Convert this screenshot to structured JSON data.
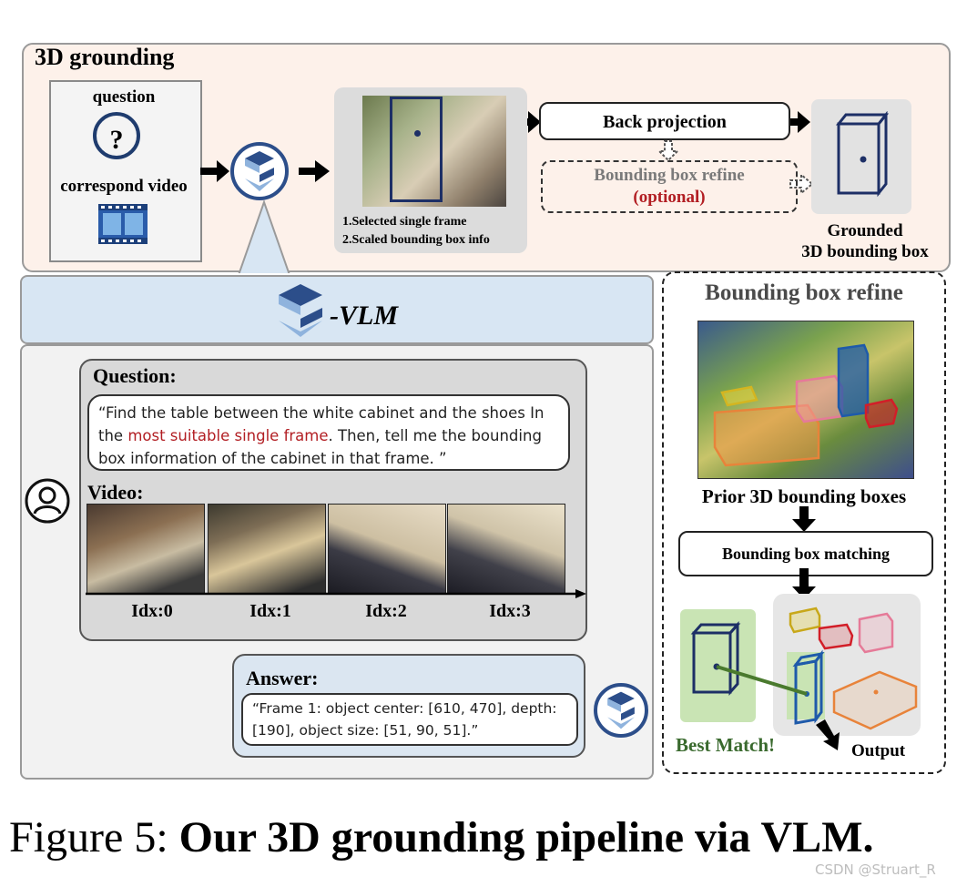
{
  "top_panel": {
    "title": "3D grounding",
    "question_label": "question",
    "question_symbol": "?",
    "video_label": "correspond video",
    "frame_info_line1": "1.Selected single frame",
    "frame_info_line2": "2.Scaled bounding box info",
    "back_projection": "Back projection",
    "refine_line1": "Bounding box refine",
    "refine_line2": "(optional)",
    "grounded_line1": "Grounded",
    "grounded_line2": "3D bounding box"
  },
  "vlm_panel": {
    "name": "-VLM",
    "question_title": "Question:",
    "question_text_before": "“Find the table between the white cabinet and the shoes In the ",
    "question_text_highlight": "most suitable single frame",
    "question_text_after": ". Then, tell me the bounding box information of the cabinet in that frame. ”",
    "video_title": "Video:",
    "frame_labels": [
      "Idx:0",
      "Idx:1",
      "Idx:2",
      "Idx:3"
    ],
    "answer_title": "Answer:",
    "answer_text": "“Frame 1: object center: [610, 470], depth: [190], object size: [51, 90, 51].”"
  },
  "refine_panel": {
    "title": "Bounding box refine",
    "prior_label": "Prior 3D bounding boxes",
    "matching_label": "Bounding box matching",
    "best_match_label": "Best Match!",
    "output_label": "Output"
  },
  "caption": {
    "prefix": "Figure 5: ",
    "bold": "Our 3D grounding pipeline via VLM."
  },
  "watermark": "CSDN @Struart_R",
  "colors": {
    "navy": "#1f3c6e",
    "highlight_red": "#b21e23",
    "panel_peach": "#fdf1ea",
    "panel_blue": "#d8e6f3",
    "match_green": "#c9e4b4"
  }
}
